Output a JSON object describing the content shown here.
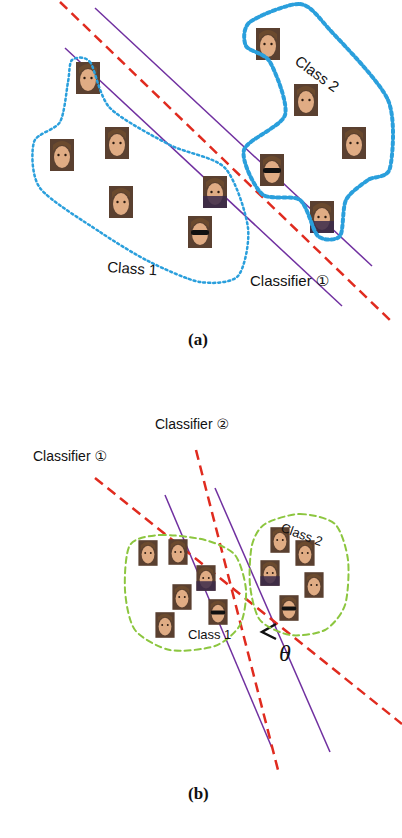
{
  "diagram": {
    "nodes": [
      {
        "text": [
          "Class 1"
        ]
      },
      {
        "text": [
          "Class 2"
        ]
      },
      {
        "text": [
          "Class 1"
        ]
      },
      {
        "text": [
          "Class 2"
        ]
      }
    ],
    "labels": [
      "Classifier ①",
      "(a)",
      "Classifier ②",
      "Classifier ①",
      "θ",
      "(b)"
    ]
  }
}
